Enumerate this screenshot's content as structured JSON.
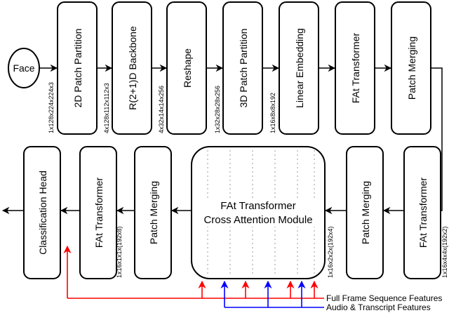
{
  "diagram": {
    "input": {
      "label": "Face"
    },
    "top_row": [
      {
        "id": "patch-partition-2d",
        "label": "2D Patch Partition",
        "input_dim": "1x128x224x224x3"
      },
      {
        "id": "r21d-backbone",
        "label": "R(2+1)D Backbone",
        "input_dim": "4x128x112x112x3"
      },
      {
        "id": "reshape",
        "label": "Reshape",
        "input_dim": "4x32x14x14x256"
      },
      {
        "id": "patch-partition-3d",
        "label": "3D Patch Partition",
        "input_dim": "1x32x28x28x256"
      },
      {
        "id": "linear-embedding",
        "label": "Linear Embedding",
        "input_dim": "1x16x8x8x192"
      },
      {
        "id": "fat-transformer-1",
        "label": "FAt Transformer",
        "input_dim": ""
      },
      {
        "id": "patch-merging-1",
        "label": "Patch Merging",
        "input_dim": ""
      }
    ],
    "bottom_row": [
      {
        "id": "classification-head",
        "label": "Classification Head",
        "input_dim": ""
      },
      {
        "id": "fat-transformer-3",
        "label": "FAt Transformer",
        "input_dim": "1x16x1x1x(192x8)"
      },
      {
        "id": "patch-merging-3",
        "label": "Patch Merging",
        "input_dim": ""
      },
      {
        "id": "cross-attention",
        "label_lines": [
          "FAt Transformer",
          "Cross Attention Module"
        ],
        "input_dim": "1x16x2x2x(192x4)"
      },
      {
        "id": "patch-merging-2",
        "label": "Patch Merging",
        "input_dim": ""
      },
      {
        "id": "fat-transformer-2",
        "label": "FAt Transformer",
        "input_dim": "1x16x4x4x(192x2)"
      }
    ],
    "legend": [
      {
        "label": "Full Frame Sequence Features",
        "color": "#ff0000"
      },
      {
        "label": "Audio & Transcript Features",
        "color": "#0000ff"
      }
    ]
  }
}
